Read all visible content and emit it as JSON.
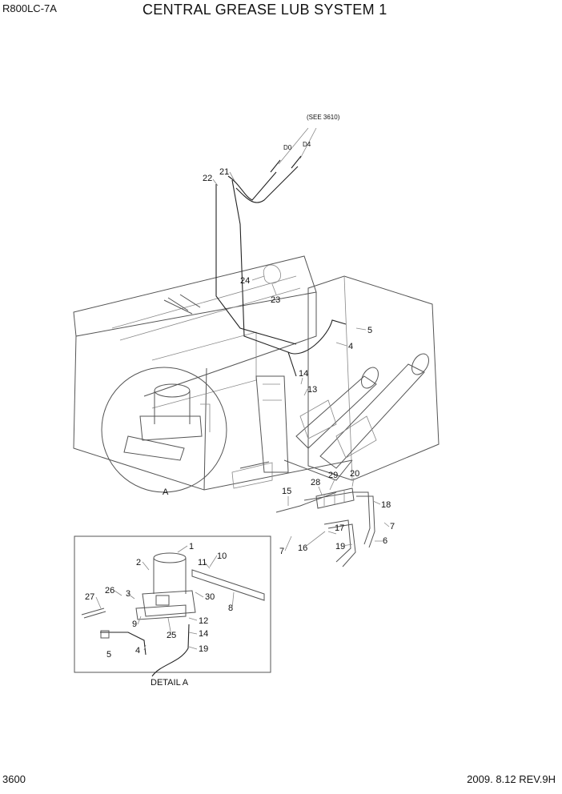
{
  "header": {
    "model": "R800LC-7A",
    "title": "CENTRAL GREASE LUB SYSTEM 1"
  },
  "footer": {
    "page_number": "3600",
    "revision": "2009. 8.12  REV.9H"
  },
  "diagram": {
    "see_reference": "(SEE 3610)",
    "port_labels": [
      "D0",
      "D4"
    ],
    "detail_marker": "A",
    "detail_caption": "DETAIL A",
    "main_callouts": [
      "22",
      "21",
      "24",
      "23",
      "5",
      "4",
      "14",
      "13",
      "15",
      "28",
      "29",
      "20",
      "18",
      "7",
      "17",
      "16",
      "19",
      "6",
      "7"
    ],
    "detail_callouts": [
      "1",
      "2",
      "10",
      "11",
      "26",
      "3",
      "27",
      "30",
      "8",
      "9",
      "12",
      "25",
      "14",
      "5",
      "4",
      "19"
    ]
  }
}
